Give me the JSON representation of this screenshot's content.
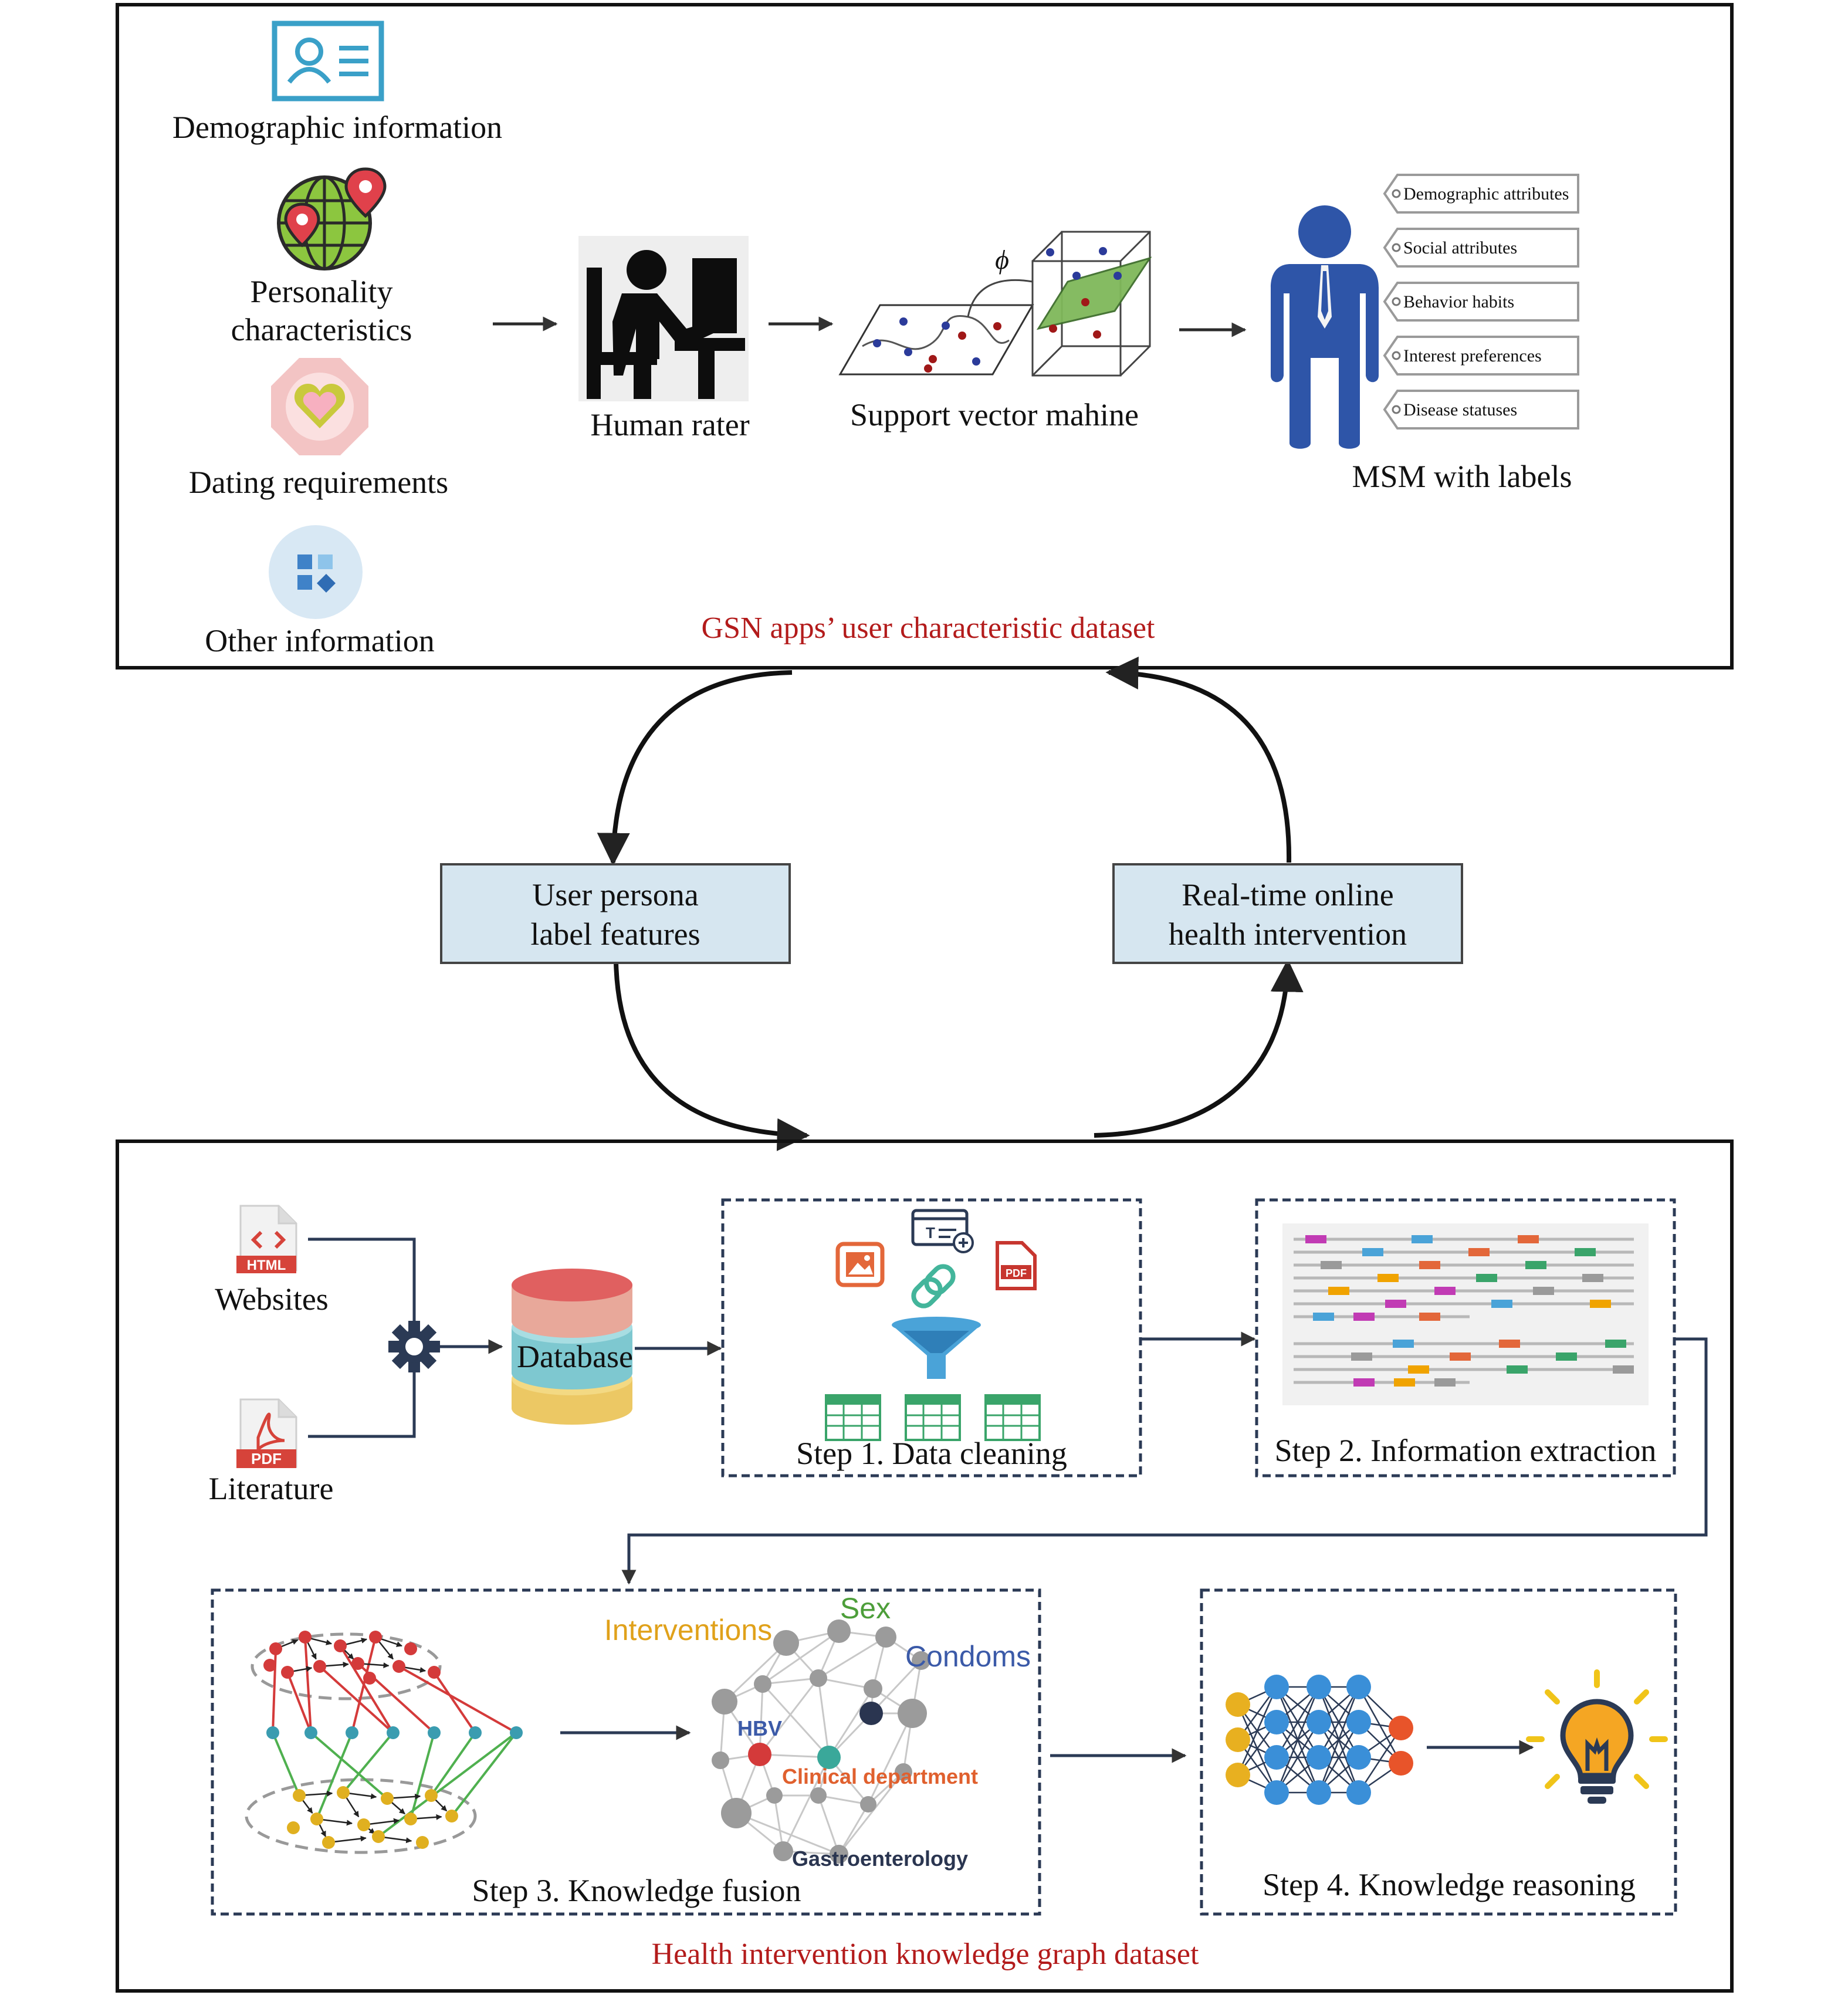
{
  "top_panel": {
    "inputs": [
      {
        "label": "Demographic information",
        "icon": "id-card-icon"
      },
      {
        "label_lines": [
          "Personality",
          "characteristics"
        ],
        "icon": "globe-pin-icon"
      },
      {
        "label": "Dating requirements",
        "icon": "heart-badge-icon"
      },
      {
        "label": "Other information",
        "icon": "apps-circle-icon"
      }
    ],
    "human_rater": "Human rater",
    "svm": "Support vector mahine",
    "phi": "ϕ",
    "msm": "MSM with labels",
    "tags": [
      "Demographic attributes",
      "Social attributes",
      "Behavior habits",
      "Interest preferences",
      "Disease statuses"
    ],
    "caption": "GSN apps’ user characteristic dataset"
  },
  "middle": {
    "left_box": [
      "User persona",
      "label features"
    ],
    "right_box": [
      "Real-time online",
      "health intervention"
    ]
  },
  "bottom_panel": {
    "websites": "Websites",
    "literature": "Literature",
    "html_tag": "HTML",
    "pdf_tag": "PDF",
    "database": "Database",
    "step1": "Step 1. Data cleaning",
    "step2": "Step 2. Information extraction",
    "step3": "Step 3. Knowledge fusion",
    "step4": "Step 4. Knowledge reasoning",
    "kg_labels": {
      "interventions": "Interventions",
      "sex": "Sex",
      "condoms": "Condoms",
      "hbv": "HBV",
      "clinical": "Clinical department",
      "gastro": "Gastroenterology"
    },
    "caption": "Health intervention knowledge graph dataset"
  },
  "colors": {
    "caption_red": "#b31b1b",
    "box_fill": "#d6e6f0",
    "person_blue": "#2e55a8",
    "db_red": "#e06060",
    "db_teal": "#7ec8d0",
    "db_yellow": "#ecc864"
  }
}
